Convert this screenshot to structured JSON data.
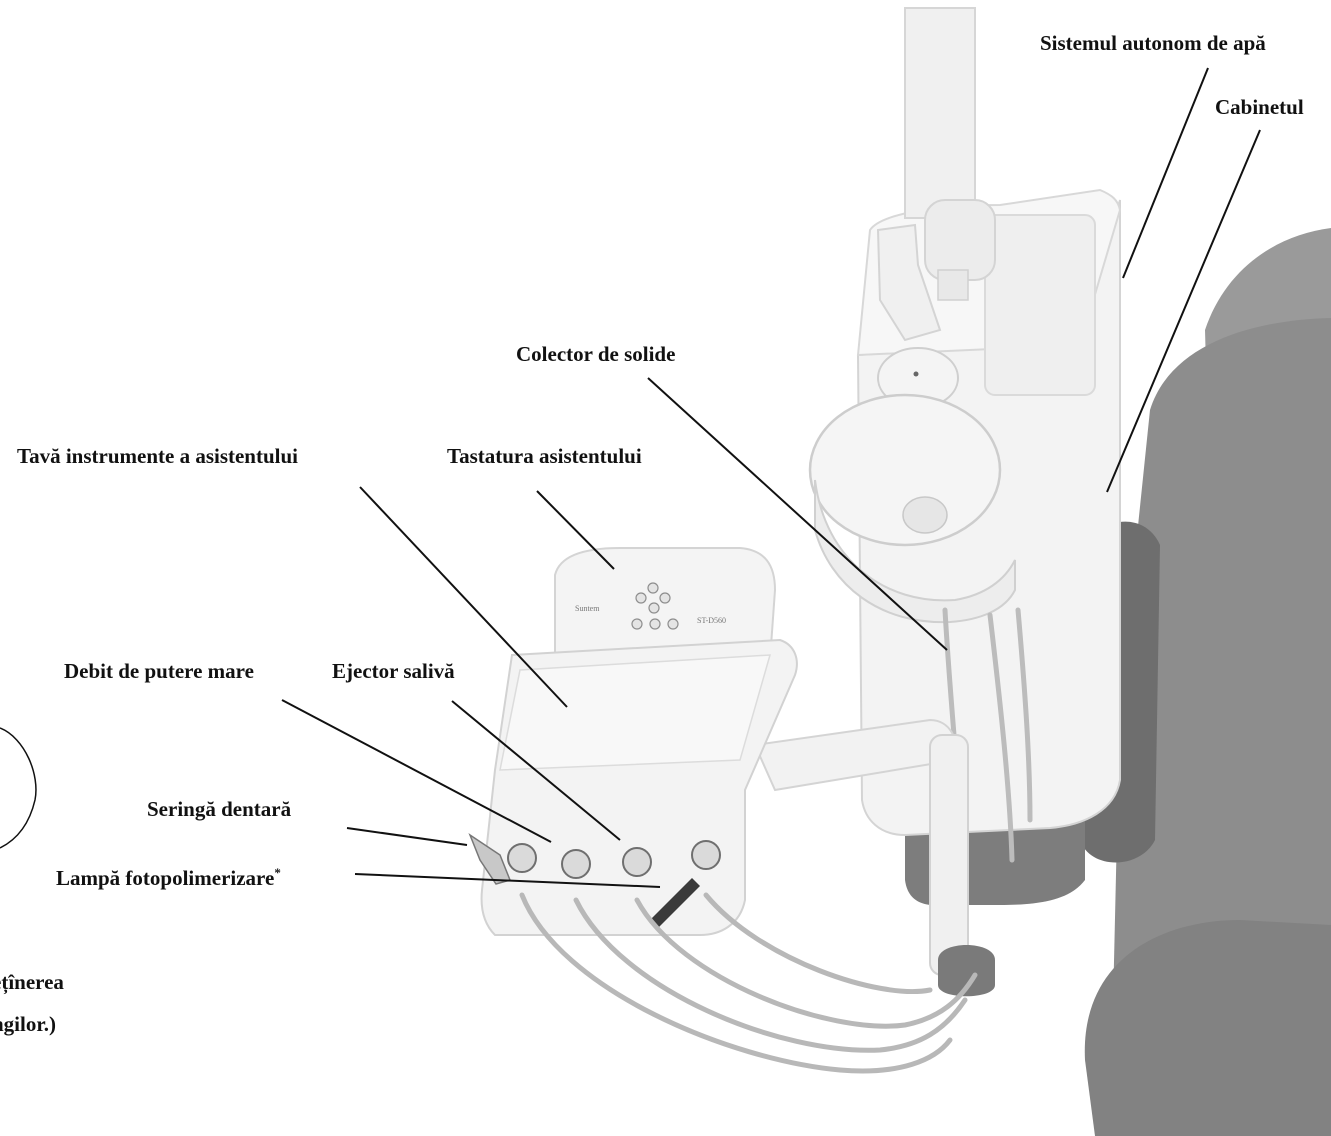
{
  "labels": {
    "water_system": "Sistemul autonom de apă",
    "cabinet": "Cabinetul",
    "solids_collector": "Colector de solide",
    "assistant_tray": "Tavă instrumente a asistentului",
    "assistant_keypad": "Tastatura asistentului",
    "high_volume_evacuator": "Debit de putere mare",
    "saliva_ejector": "Ejector salivă",
    "dental_syringe": "Seringă dentară",
    "curing_lamp": "Lampă fotopolimerizare",
    "curing_lamp_mark": "*",
    "partial_note_line1": "ețînerea",
    "partial_note_line2": "ngilor.)"
  },
  "device": {
    "brand_text": "Suntem",
    "model_text": "ST-D560"
  },
  "colors": {
    "text": "#111111",
    "leader_line": "#111111",
    "device_body": "#f2f2f2",
    "device_outline": "#d2d2d2",
    "hose": "#b8b8b8",
    "chair_upholstery": "#8a8a8a",
    "chair_dark": "#6a6a6a",
    "base_dark": "#7a7a7a"
  }
}
